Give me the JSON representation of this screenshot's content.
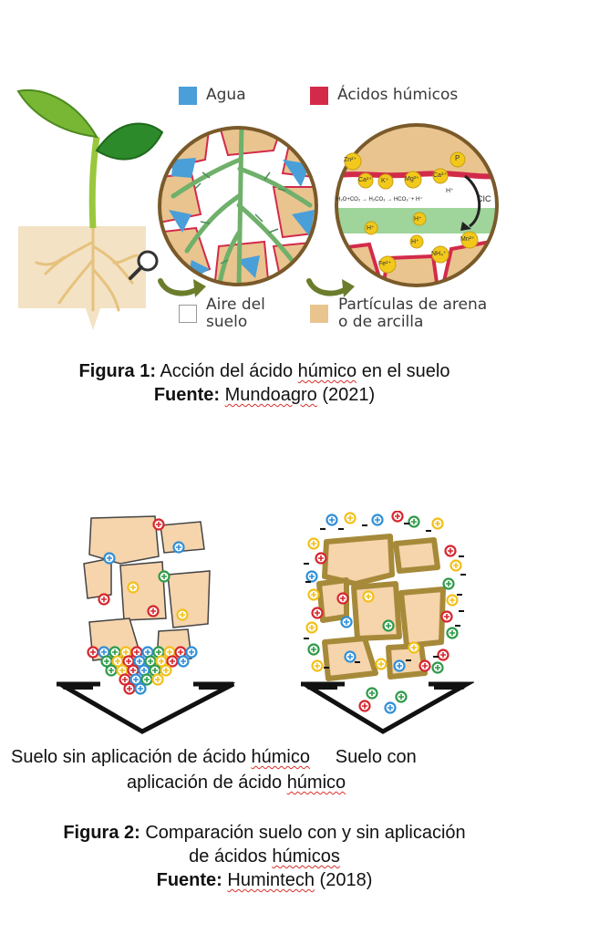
{
  "figure1": {
    "legend": {
      "water": "Agua",
      "humic_acids": "Ácidos húmicos",
      "soil_air_line1": "Aire del",
      "soil_air_line2": "suelo",
      "particles_line1": "Partículas de arena",
      "particles_line2": "o de arcilla"
    },
    "colors": {
      "water": "#4a9fd8",
      "humic_acids": "#d32a4a",
      "soil_air": "#ffffff",
      "particles": "#e9c48f"
    },
    "zoom_labels": {
      "zn": "Zn²⁺",
      "p": "P",
      "ca1": "Ca²⁺",
      "k": "K⁺",
      "mg": "Mg²⁺",
      "ca2": "Ca²⁺",
      "equation": "H₂O+CO₂ → H₂CO₃ → HCO₃⁻+ H⁺",
      "h1": "H⁺",
      "h2": "H⁺",
      "h3": "H⁺",
      "h4": "H⁺",
      "cic": "CIC",
      "nh": "NH₄⁺",
      "mn": "Mn²⁺",
      "fe": "Fe²⁺"
    },
    "caption": {
      "label": "Figura 1:",
      "text_pre": " Acción del ácido ",
      "squig1": "húmico",
      "text_post": " en el suelo",
      "source_label": "Fuente:",
      "source_pre": " ",
      "source_squig": "Mundoagro",
      "source_post": " (2021)"
    }
  },
  "figure2": {
    "body": {
      "pre1": "Suelo sin aplicación de ácido ",
      "squig1": "húmico",
      "mid": "     Suelo con",
      "line2_pre": "aplicación de ácido ",
      "squig2": "húmico"
    },
    "caption": {
      "label": "Figura 2:",
      "text": " Comparación suelo con y sin aplicación",
      "line2_pre": "de ácidos ",
      "squig": "húmicos",
      "source_label": "Fuente:",
      "source_pre": " ",
      "source_squig": "Humintech",
      "source_post": " (2018)"
    },
    "ion_colors": {
      "red": "#d6262e",
      "blue": "#2f8fd8",
      "green": "#2e9a48",
      "yellow": "#f2c01b"
    },
    "particle_fill": "#f6d4ac",
    "humus_coat": "#a68a3a"
  }
}
